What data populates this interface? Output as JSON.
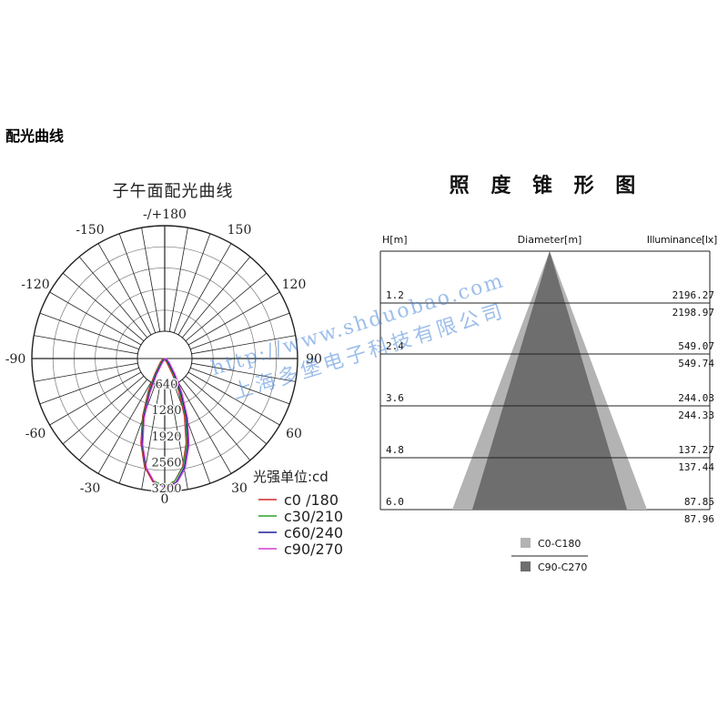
{
  "page": {
    "heading": "配光曲线"
  },
  "watermark": {
    "url": "http://www.shduobao.com",
    "company": "上海多堡电子科技有限公司"
  },
  "chart_data": [
    {
      "type": "polar",
      "title": "子午面配光曲线",
      "angle_labels": [
        "-/+180",
        "150",
        "120",
        "90",
        "60",
        "30",
        "0",
        "-30",
        "-60",
        "-90",
        "-120",
        "-150"
      ],
      "radial_ticks": [
        640,
        1280,
        1920,
        2560,
        3200
      ],
      "radial_max": 3200,
      "unit_label": "光强单位:cd",
      "series": [
        {
          "name": "c0 /180",
          "color": "#d62728",
          "angles": [
            0,
            5,
            10,
            15,
            20,
            25,
            30,
            40,
            60,
            90
          ],
          "values": [
            3150,
            3040,
            2700,
            2150,
            1500,
            880,
            420,
            120,
            20,
            0
          ]
        },
        {
          "name": "c30/210",
          "color": "#2ca02c",
          "angles": [
            0,
            5,
            10,
            15,
            20,
            25,
            30,
            40,
            60,
            90
          ],
          "values": [
            3130,
            3020,
            2690,
            2160,
            1520,
            900,
            440,
            130,
            22,
            0
          ]
        },
        {
          "name": "c60/240",
          "color": "#1f1f9e",
          "angles": [
            0,
            5,
            10,
            15,
            20,
            25,
            30,
            40,
            60,
            90
          ],
          "values": [
            3170,
            3060,
            2720,
            2180,
            1540,
            910,
            450,
            125,
            21,
            0
          ]
        },
        {
          "name": "c90/270",
          "color": "#d43fd4",
          "angles": [
            0,
            5,
            10,
            15,
            20,
            25,
            30,
            40,
            60,
            90
          ],
          "values": [
            3190,
            3080,
            2740,
            2200,
            1560,
            930,
            460,
            135,
            23,
            0
          ]
        }
      ]
    },
    {
      "type": "cone",
      "title": "照 度 锥 形 图",
      "headers": {
        "height": "H[m]",
        "diameter": "Diameter[m]",
        "illuminance": "Illuminance[lx]"
      },
      "rows": [
        {
          "h": "1.2",
          "c0_c180": "2196.27",
          "c90_c270": "2198.97"
        },
        {
          "h": "2.4",
          "c0_c180": "549.07",
          "c90_c270": "549.74"
        },
        {
          "h": "3.6",
          "c0_c180": "244.03",
          "c90_c270": "244.33"
        },
        {
          "h": "4.8",
          "c0_c180": "137.27",
          "c90_c270": "137.44"
        },
        {
          "h": "6.0",
          "c0_c180": "87.85",
          "c90_c270": "87.96"
        }
      ],
      "legend": [
        {
          "name": "C0-C180",
          "color": "#b3b3b3"
        },
        {
          "name": "C90-C270",
          "color": "#6e6e6e"
        }
      ]
    }
  ]
}
